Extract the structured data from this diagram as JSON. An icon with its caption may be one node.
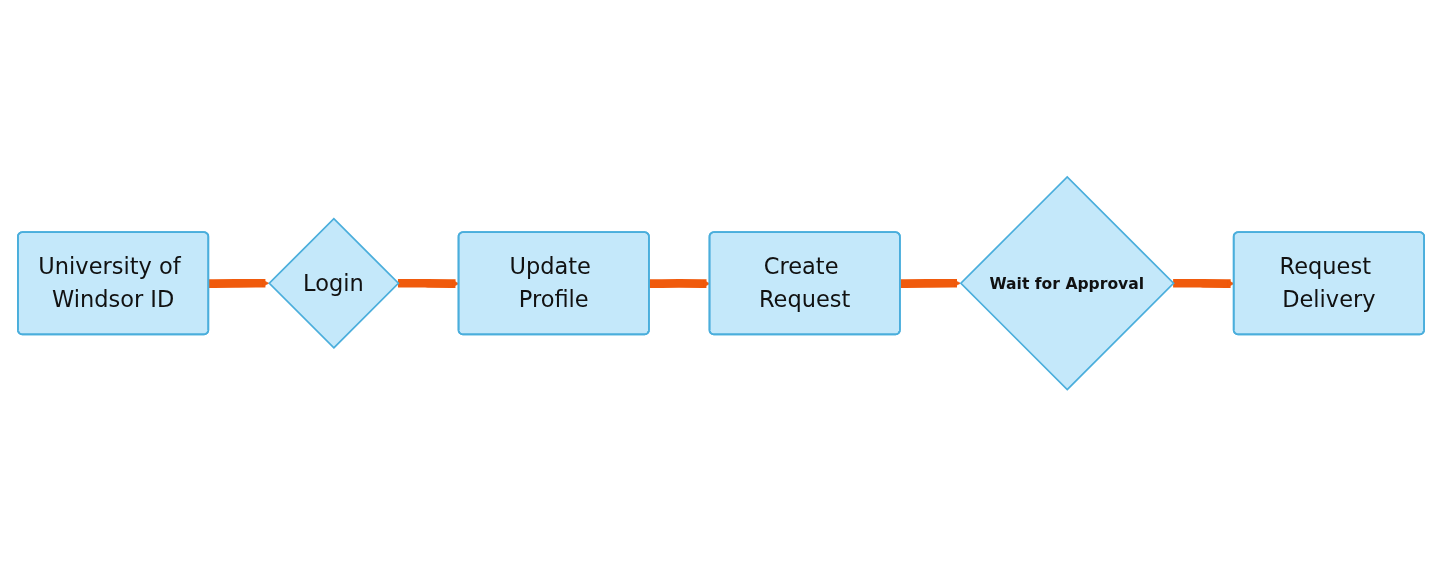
{
  "diagram": {
    "nodes": [
      {
        "text": [
          "University of Windsor ID"
        ]
      },
      {
        "text": [
          "Login"
        ]
      },
      {
        "text": [
          "Update Profile"
        ]
      },
      {
        "text": [
          "Create Request"
        ]
      },
      {
        "text": [
          "Wait for Approval"
        ]
      },
      {
        "text": [
          "Request Delivery"
        ]
      }
    ],
    "edges": [
      {
        "from": 0,
        "to": 1,
        "arrow": "to"
      },
      {
        "from": 1,
        "to": 2,
        "arrow": "to"
      },
      {
        "from": 2,
        "to": 3,
        "arrow": "to"
      },
      {
        "from": 3,
        "to": 4,
        "arrow": "to"
      },
      {
        "from": 4,
        "to": 5,
        "arrow": "to"
      }
    ]
  }
}
